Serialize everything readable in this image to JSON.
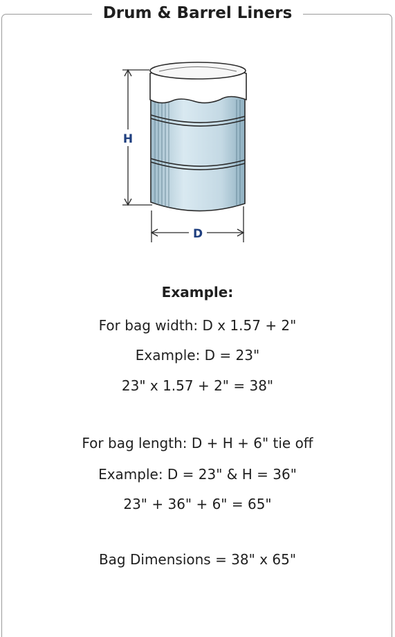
{
  "panel": {
    "title": "Drum & Barrel Liners"
  },
  "diagram": {
    "height_label": "H",
    "diameter_label": "D",
    "colors": {
      "drum_fill": "#c9dee8",
      "drum_stroke": "#2a2a2a",
      "liner_fill": "#ffffff",
      "dimension_label": "#1f3f7f"
    }
  },
  "example": {
    "heading": "Example:",
    "width_rule": "For bag width:  D x 1.57 + 2\"",
    "width_example": "Example:  D = 23\"",
    "width_calc": "23\" x 1.57 + 2\" = 38\"",
    "length_rule": "For bag length:  D + H + 6\" tie off",
    "length_example": "Example:  D = 23\" & H = 36\"",
    "length_calc": "23\" + 36\" + 6\" = 65\"",
    "result": "Bag Dimensions = 38\" x 65\""
  }
}
